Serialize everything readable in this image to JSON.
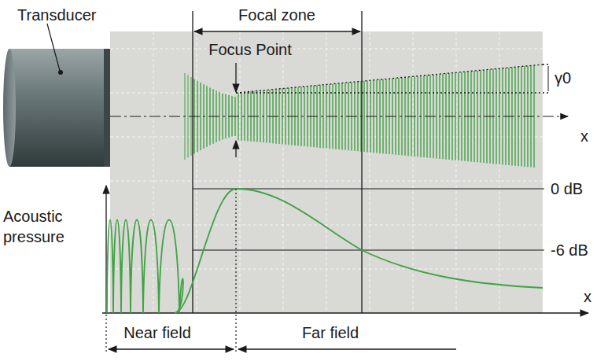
{
  "diagram": {
    "labels": [
      "Transducer",
      "Focal zone",
      "Focus Point",
      "γ0",
      "x",
      "0 dB",
      "Acoustic pressure",
      "-6 dB",
      "x",
      "Near field",
      "Far field"
    ]
  }
}
